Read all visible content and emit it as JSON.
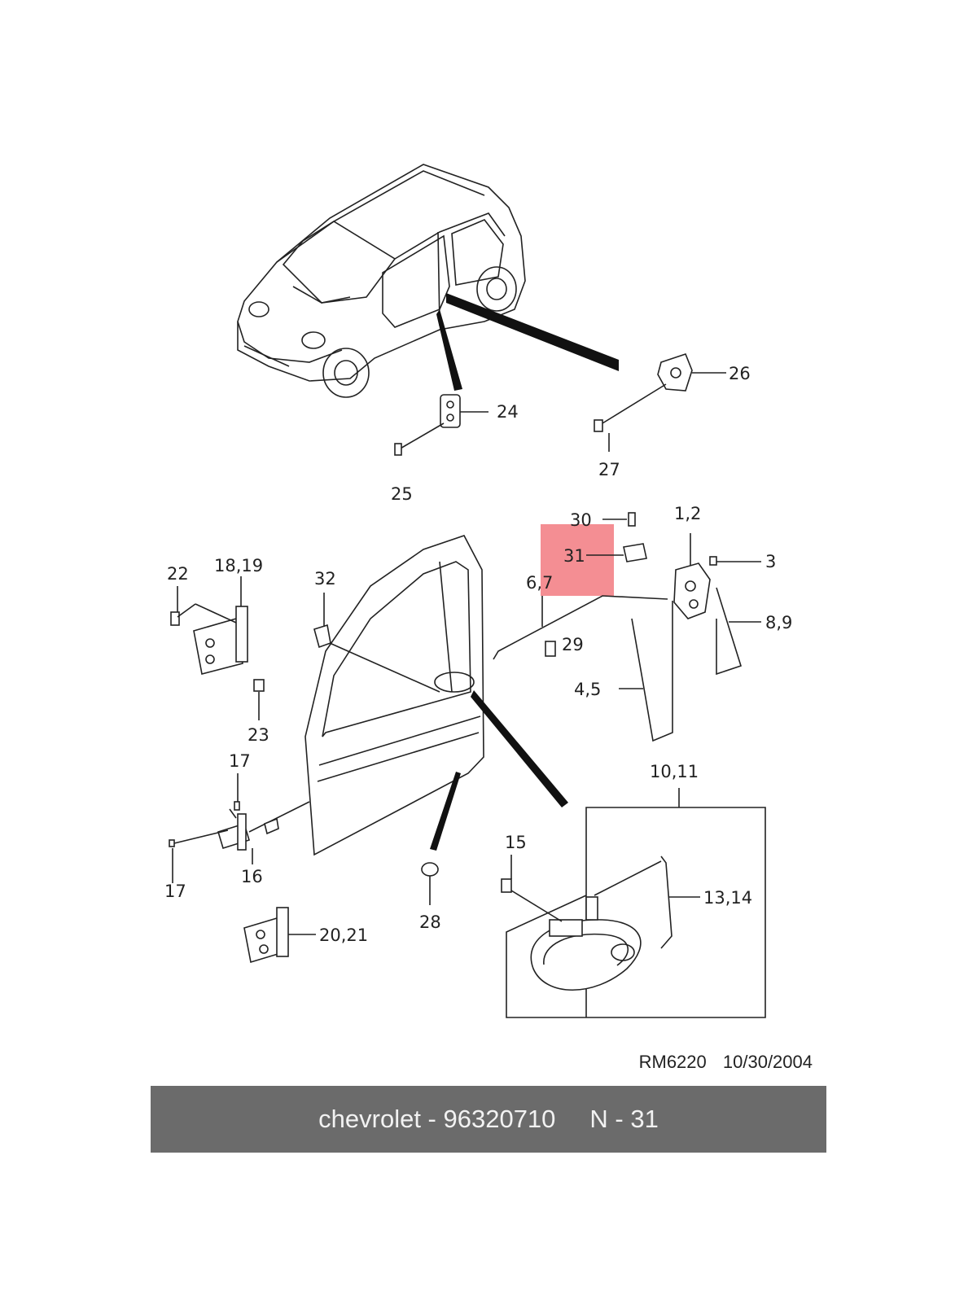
{
  "diagram": {
    "callouts": {
      "c1": "1,2",
      "c2": "3",
      "c3": "4,5",
      "c4": "6,7",
      "c5": "8,9",
      "c6": "10,11",
      "c7": "13,14",
      "c8": "15",
      "c9": "16",
      "c10": "17",
      "c11": "17",
      "c12": "18,19",
      "c13": "20,21",
      "c14": "22",
      "c15": "23",
      "c16": "24",
      "c17": "25",
      "c18": "26",
      "c19": "27",
      "c20": "28",
      "c21": "29",
      "c22": "30",
      "c23": "31",
      "c24": "32"
    },
    "highlight_color": "#f27a80",
    "drawing_code": "RM6220",
    "drawing_date": "10/30/2004"
  },
  "caption": {
    "part": "chevrolet - 96320710",
    "page": "N - 31"
  }
}
